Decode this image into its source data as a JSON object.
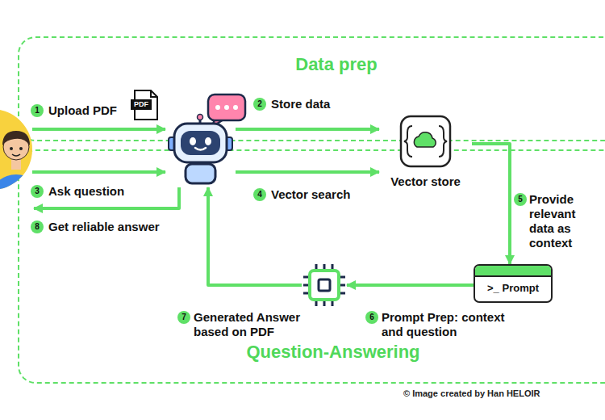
{
  "diagram": {
    "nodes": [
      {
        "text": [
          "Data prep"
        ]
      },
      {
        "text": [
          "Question-Answering"
        ]
      },
      {
        "text": []
      },
      {
        "text": []
      },
      {
        "text": [
          "Vector store"
        ]
      },
      {
        "text": [
          ">_ Prompt"
        ],
        "in": 1
      },
      {
        "text": [],
        "in": 1
      }
    ],
    "edges": [
      {
        "from": 2,
        "to": 3,
        "label": "Upload PDF",
        "arrow": "to"
      },
      {
        "from": 3,
        "to": 4,
        "label": "Store data",
        "arrow": "to"
      },
      {
        "from": 2,
        "to": 3,
        "label": "Ask question",
        "arrow": "to"
      },
      {
        "from": 3,
        "to": 2,
        "label": "Get reliable answer",
        "arrow": "to"
      },
      {
        "from": 3,
        "to": 4,
        "label": "Vector search",
        "arrow": "to"
      },
      {
        "from": 4,
        "to": 5,
        "label": "Provide relevant data as context",
        "arrow": "to"
      },
      {
        "from": 5,
        "to": 6,
        "label": "Prompt Prep: context and question",
        "arrow": "to"
      },
      {
        "from": 6,
        "to": 3,
        "label": "Generated Answer based on PDF",
        "arrow": "to"
      }
    ],
    "labels": [
      "1",
      "2",
      "3",
      "4",
      "5",
      "6",
      "7",
      "8",
      "PDF",
      "© Image created by Han HELOIR"
    ]
  }
}
